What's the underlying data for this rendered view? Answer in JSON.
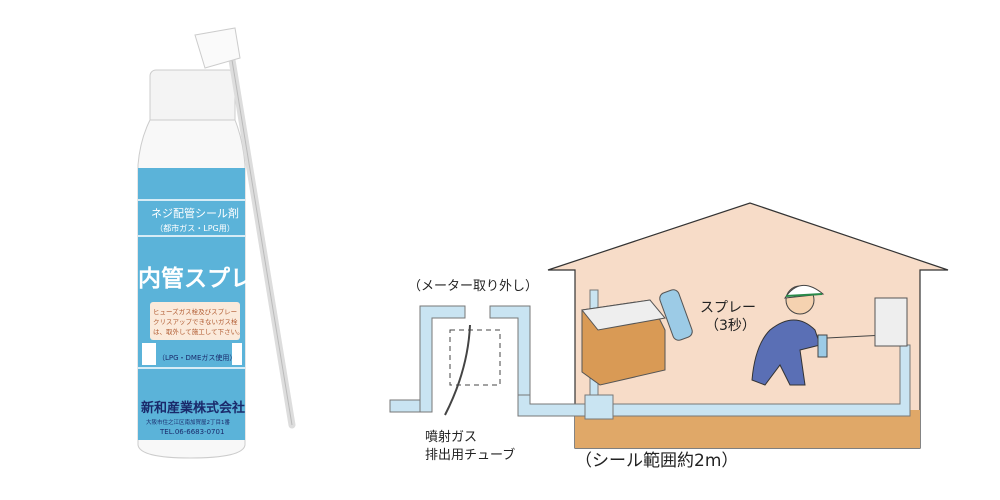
{
  "product": {
    "subtitle": "ネジ配管シール剤",
    "usage": "（都市ガス・LPG用）",
    "name": "内管スプレー",
    "notice_lines": [
      "ヒューズガス栓及びスプレー",
      "クリスアップできないガス栓",
      "は、取外して施工して下さい。"
    ],
    "gas_note": "（LPG・DMEガス使用）",
    "maker": "新和産業株式会社",
    "address": "大阪市住之江区南加賀屋2丁目1番",
    "tel": "TEL.06-6683-0701",
    "colors": {
      "label_blue": "#5bb3d9",
      "text_white": "#ffffff",
      "maker_text": "#1a2a6b",
      "accent_orange": "#e89a2a"
    }
  },
  "diagram": {
    "meter_label": "（メーター取り外し）",
    "spray_label": "スプレー",
    "spray_time": "（3秒）",
    "tube_label_1": "噴射ガス",
    "tube_label_2": "排出用チューブ",
    "seal_range": "（シール範囲約2m）",
    "colors": {
      "house": "#f7dcc8",
      "floor": "#e0a868",
      "pipe": "#c9e4f2",
      "worker": "#5a6fb5"
    }
  }
}
